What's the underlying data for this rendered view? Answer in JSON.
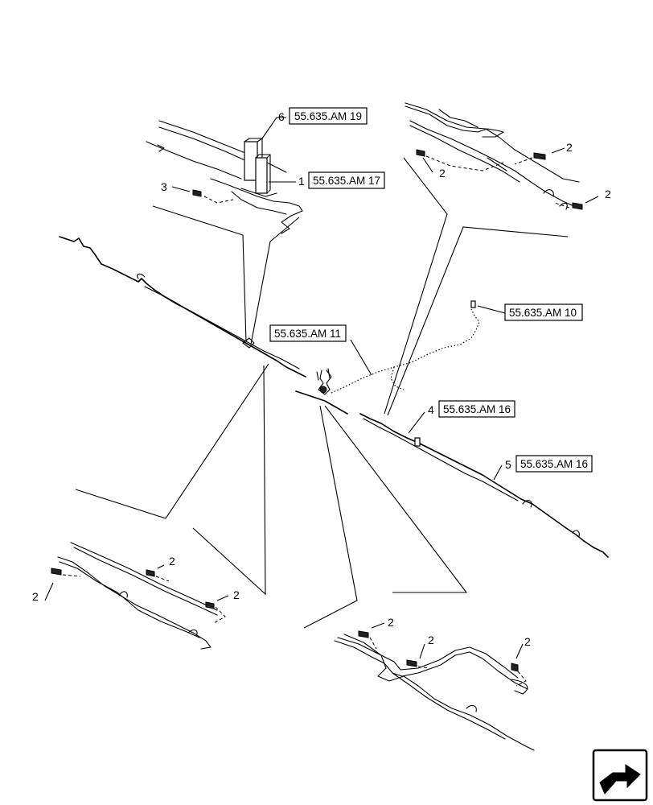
{
  "references": {
    "ref_6": "55.635.AM 19",
    "ref_1": "55.635.AM 17",
    "ref_10": "55.635.AM 10",
    "ref_11": "55.635.AM 11",
    "ref_4": "55.635.AM 16",
    "ref_5": "55.635.AM 16"
  },
  "callouts": {
    "item_6": "6",
    "item_1": "1",
    "item_3": "3",
    "item_4": "4",
    "item_5": "5",
    "item_2": "2"
  },
  "nav_icon": "next-page-arrow-icon"
}
